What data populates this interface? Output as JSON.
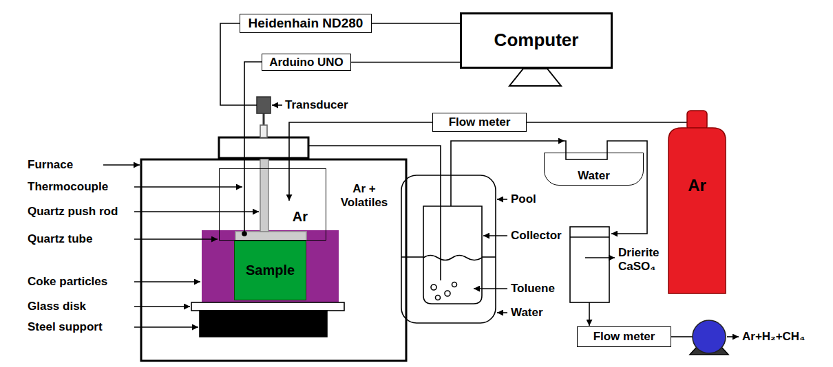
{
  "diagram": {
    "nodes": [
      {
        "text": [
          "Heidenhain ND280"
        ]
      },
      {
        "text": [
          "Arduino UNO"
        ]
      },
      {
        "text": [
          "Computer"
        ]
      },
      {
        "text": [
          "Flow meter"
        ]
      },
      {
        "text": [
          "Ar"
        ]
      },
      {
        "text": [
          "Ar"
        ]
      },
      {
        "text": [
          "Sample"
        ]
      },
      {
        "text": [
          "Water"
        ]
      },
      {
        "text": [
          "Flow meter"
        ]
      }
    ],
    "edges": [
      {
        "from": 0,
        "to": 2,
        "arrow": "none"
      },
      {
        "from": 1,
        "to": 2,
        "arrow": "none"
      },
      {
        "from": 3,
        "to": 4,
        "arrow": "none"
      },
      {
        "from": 3,
        "to": 5,
        "arrow": "to"
      }
    ],
    "labels": [
      "Transducer",
      "Furnace",
      "Thermocouple",
      "Quartz push rod",
      "Quartz tube",
      "Coke particles",
      "Glass disk",
      "Steel support",
      "Ar + Volatiles",
      "Pool",
      "Collector",
      "Toluene",
      "Water",
      "Drierite CaSO₄",
      "Ar+H₂+CH₄"
    ]
  }
}
